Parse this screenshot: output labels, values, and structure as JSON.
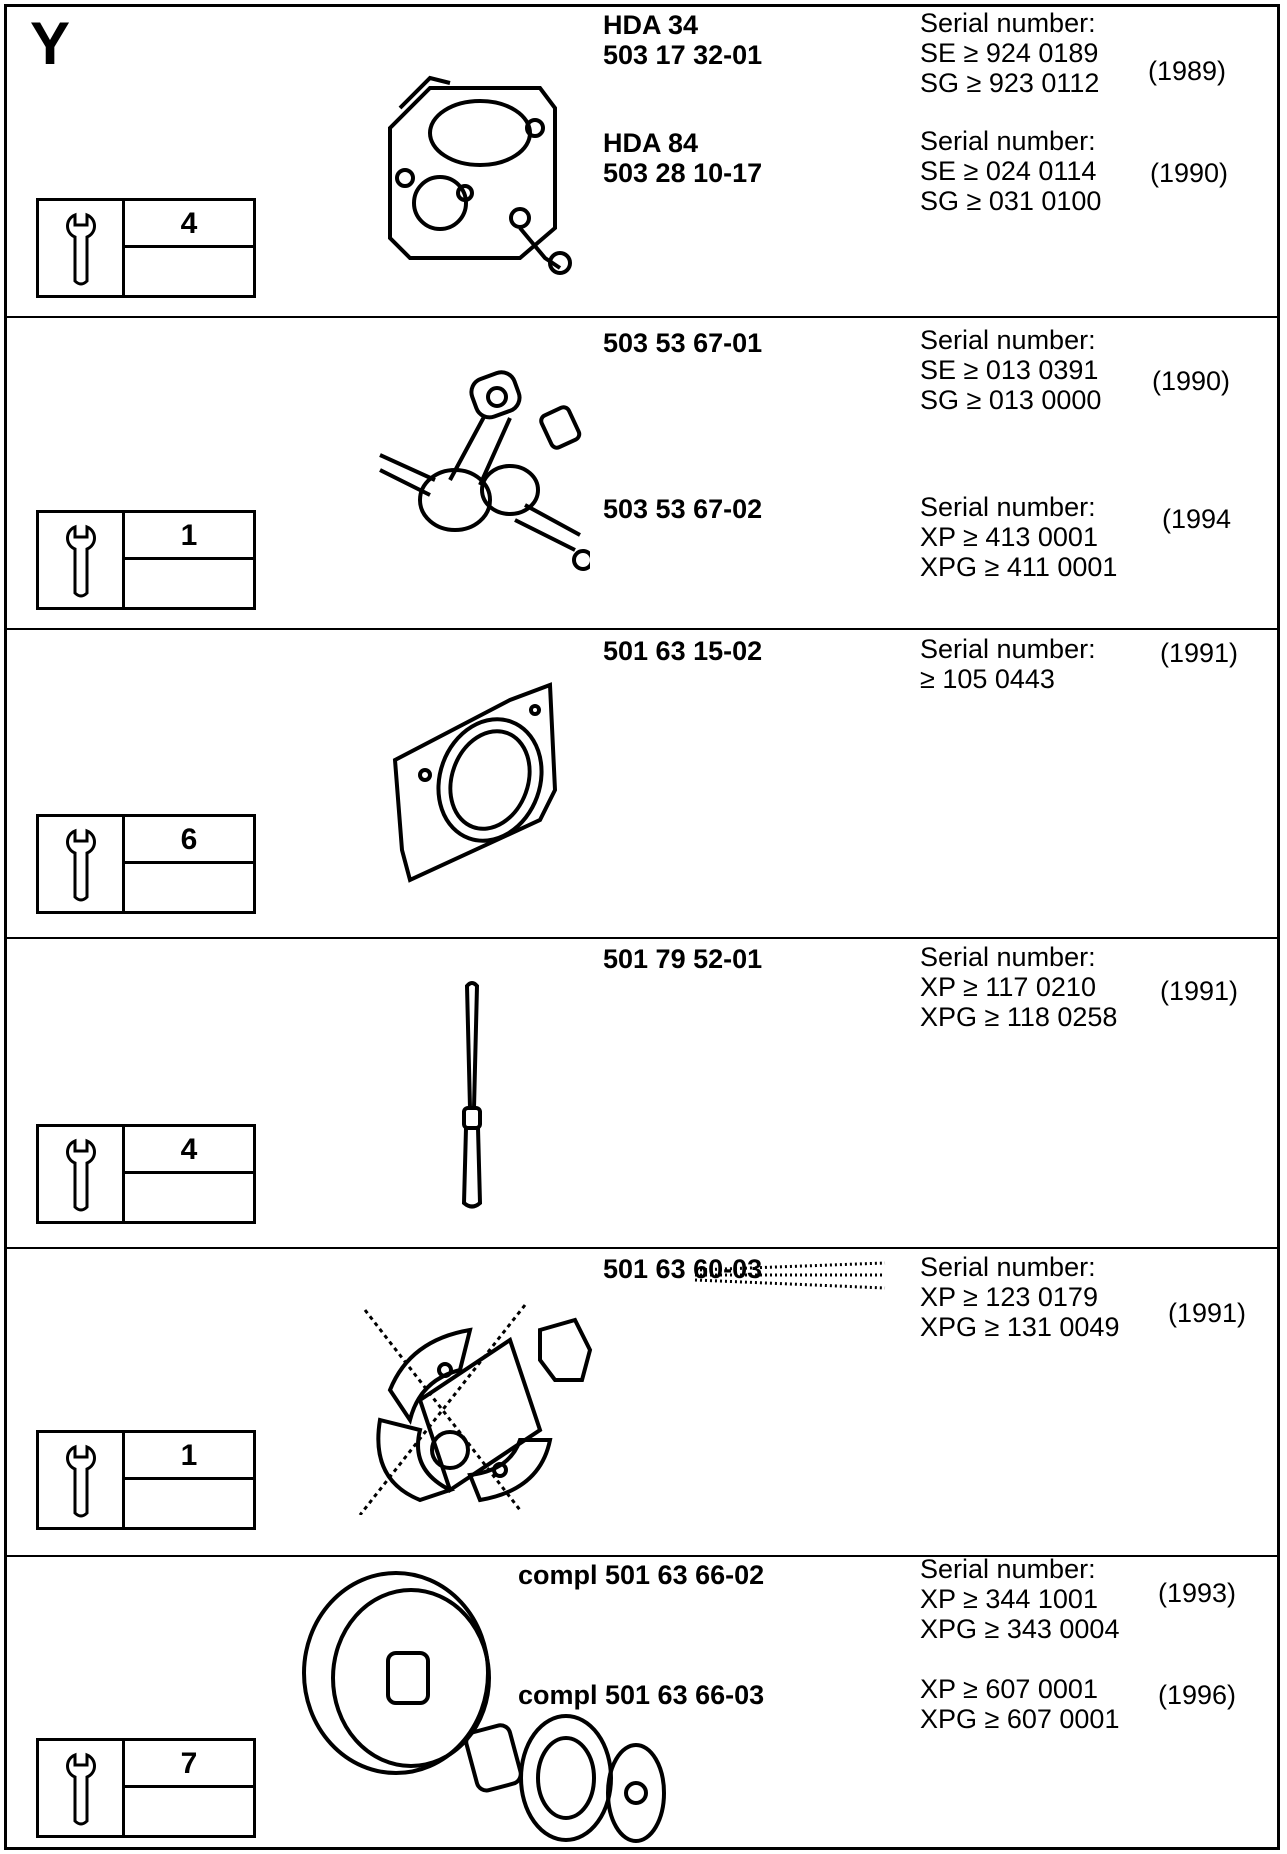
{
  "section_letter": "Y",
  "rows": [
    {
      "tool_number": "4",
      "part_lines": [
        "HDA 34",
        "503 17 32-01",
        "",
        "",
        "HDA 84",
        "503 28 10-17"
      ],
      "serial_blocks": [
        {
          "lines": [
            "Serial number:",
            "SE ≥ 924 0189",
            "SG ≥ 923 0112"
          ],
          "year": "(1989)"
        },
        {
          "lines": [
            "Serial number:",
            "SE ≥ 024 0114",
            "SG ≥ 031 0100"
          ],
          "year": "(1990)"
        }
      ],
      "illustration": "carburetor-illustration"
    },
    {
      "tool_number": "1",
      "part_lines": [
        "503 53 67-01",
        "503 53 67-02"
      ],
      "serial_blocks": [
        {
          "lines": [
            "Serial number:",
            "SE ≥ 013 0391",
            "SG ≥ 013 0000"
          ],
          "year": "(1990)"
        },
        {
          "lines": [
            "Serial number:",
            "XP ≥ 413 0001",
            "XPG ≥ 411 0001"
          ],
          "year": "(1994"
        }
      ],
      "illustration": "crankshaft-illustration"
    },
    {
      "tool_number": "6",
      "part_lines": [
        "501 63 15-02"
      ],
      "serial_blocks": [
        {
          "lines": [
            "Serial number:",
            "≥ 105 0443"
          ],
          "year": "(1991)"
        }
      ],
      "illustration": "gasket-plate-illustration"
    },
    {
      "tool_number": "4",
      "part_lines": [
        "501 79 52-01"
      ],
      "serial_blocks": [
        {
          "lines": [
            "Serial number:",
            "XP ≥ 117 0210",
            "XPG ≥ 118 0258"
          ],
          "year": "(1991)"
        }
      ],
      "illustration": "fuel-pipe-illustration"
    },
    {
      "tool_number": "1",
      "part_lines": [
        "501 63 60-03"
      ],
      "serial_blocks": [
        {
          "lines": [
            "Serial number:",
            "XP ≥ 123 0179",
            "XPG ≥ 131 0049"
          ],
          "year": "(1991)"
        }
      ],
      "illustration": "clutch-illustration"
    },
    {
      "tool_number": "7",
      "part_lines": [
        "compl 501 63 66-02",
        "compl 501 63 66-03"
      ],
      "serial_blocks": [
        {
          "lines": [
            "Serial number:",
            "XP ≥ 344 1001",
            "XPG ≥ 343 0004"
          ],
          "year": "(1993)"
        },
        {
          "lines": [
            "XP ≥ 607 0001",
            "XPG ≥ 607 0001"
          ],
          "year": "(1996)"
        }
      ],
      "illustration": "clutch-drum-illustration"
    }
  ]
}
